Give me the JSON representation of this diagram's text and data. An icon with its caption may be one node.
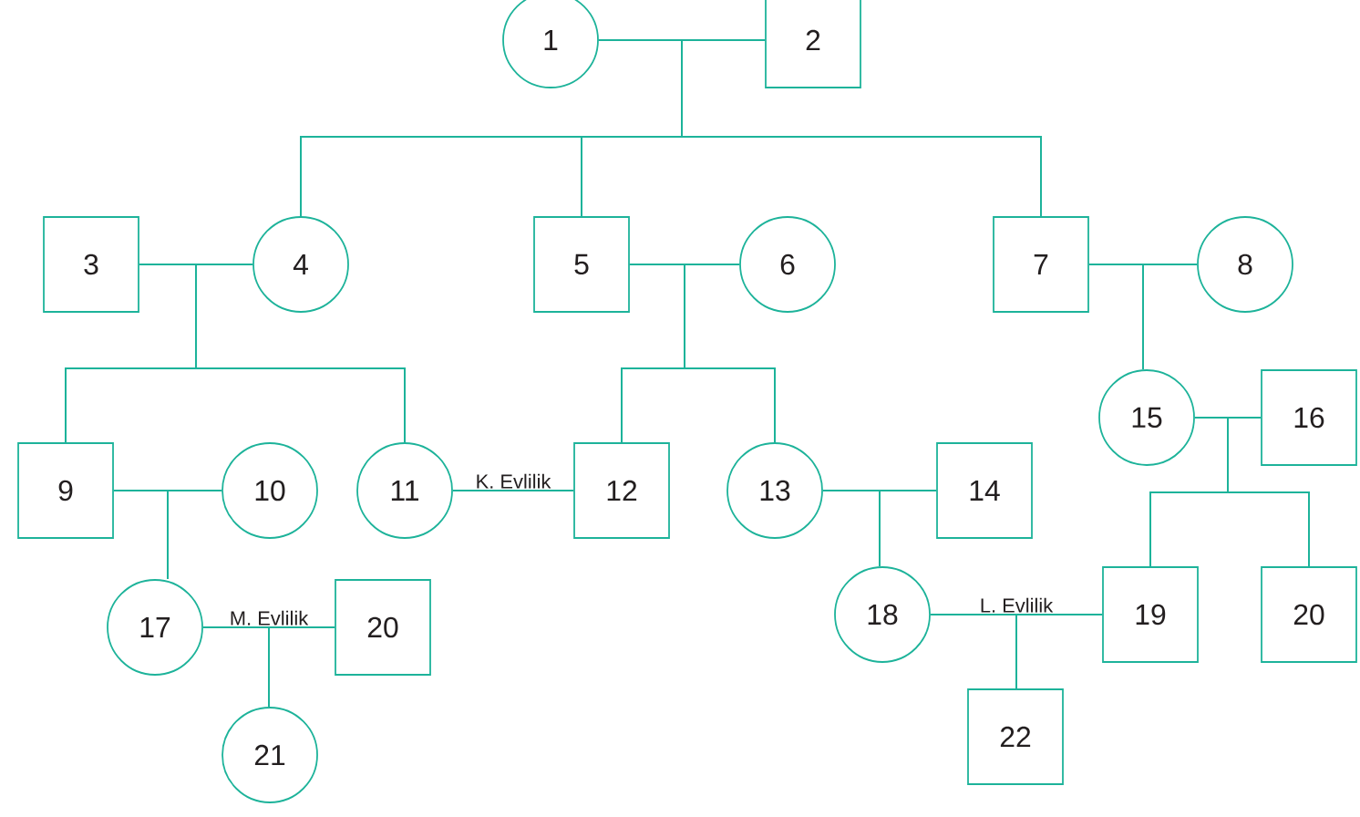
{
  "diagram": {
    "nodes": [
      {
        "text": [
          "1"
        ]
      },
      {
        "text": [
          "2"
        ]
      },
      {
        "text": [
          "3"
        ]
      },
      {
        "text": [
          "4"
        ]
      },
      {
        "text": [
          "5"
        ]
      },
      {
        "text": [
          "6"
        ]
      },
      {
        "text": [
          "7"
        ]
      },
      {
        "text": [
          "8"
        ]
      },
      {
        "text": [
          "15"
        ]
      },
      {
        "text": [
          "16"
        ]
      },
      {
        "text": [
          "9"
        ]
      },
      {
        "text": [
          "10"
        ]
      },
      {
        "text": [
          "11"
        ]
      },
      {
        "text": [
          "12"
        ]
      },
      {
        "text": [
          "13"
        ]
      },
      {
        "text": [
          "14"
        ]
      },
      {
        "text": [
          "17"
        ]
      },
      {
        "text": [
          "20"
        ]
      },
      {
        "text": [
          "18"
        ]
      },
      {
        "text": [
          "19"
        ]
      },
      {
        "text": [
          "20"
        ]
      },
      {
        "text": [
          "21"
        ]
      },
      {
        "text": [
          "22"
        ]
      }
    ],
    "edges": [
      {
        "from": 0,
        "to": 1,
        "arrow": "none"
      },
      {
        "from": 2,
        "to": 3,
        "arrow": "none"
      },
      {
        "from": 4,
        "to": 5,
        "arrow": "none"
      },
      {
        "from": 6,
        "to": 7,
        "arrow": "none"
      },
      {
        "from": 8,
        "to": 9,
        "arrow": "none"
      },
      {
        "from": 10,
        "to": 11,
        "arrow": "none"
      },
      {
        "from": 12,
        "to": 13,
        "label": "K. Evlilik",
        "arrow": "none"
      },
      {
        "from": 14,
        "to": 15,
        "arrow": "none"
      },
      {
        "from": 16,
        "to": 17,
        "label": "M. Evlilik",
        "arrow": "none"
      },
      {
        "from": 18,
        "to": 19,
        "label": "L. Evlilik",
        "arrow": "none"
      },
      {
        "from": 0,
        "to": 3,
        "arrow": "none"
      },
      {
        "from": 1,
        "to": 3,
        "arrow": "none"
      },
      {
        "from": 0,
        "to": 4,
        "arrow": "none"
      },
      {
        "from": 1,
        "to": 4,
        "arrow": "none"
      },
      {
        "from": 0,
        "to": 6,
        "arrow": "none"
      },
      {
        "from": 1,
        "to": 6,
        "arrow": "none"
      },
      {
        "from": 2,
        "to": 10,
        "arrow": "none"
      },
      {
        "from": 3,
        "to": 10,
        "arrow": "none"
      },
      {
        "from": 2,
        "to": 12,
        "arrow": "none"
      },
      {
        "from": 3,
        "to": 12,
        "arrow": "none"
      },
      {
        "from": 4,
        "to": 13,
        "arrow": "none"
      },
      {
        "from": 5,
        "to": 13,
        "arrow": "none"
      },
      {
        "from": 4,
        "to": 14,
        "arrow": "none"
      },
      {
        "from": 5,
        "to": 14,
        "arrow": "none"
      },
      {
        "from": 6,
        "to": 8,
        "arrow": "none"
      },
      {
        "from": 7,
        "to": 8,
        "arrow": "none"
      },
      {
        "from": 8,
        "to": 19,
        "arrow": "none"
      },
      {
        "from": 9,
        "to": 19,
        "arrow": "none"
      },
      {
        "from": 8,
        "to": 20,
        "arrow": "none"
      },
      {
        "from": 9,
        "to": 20,
        "arrow": "none"
      },
      {
        "from": 10,
        "to": 16,
        "arrow": "none"
      },
      {
        "from": 11,
        "to": 16,
        "arrow": "none"
      },
      {
        "from": 14,
        "to": 18,
        "arrow": "none"
      },
      {
        "from": 15,
        "to": 18,
        "arrow": "none"
      },
      {
        "from": 16,
        "to": 21,
        "arrow": "none"
      },
      {
        "from": 17,
        "to": 21,
        "arrow": "none"
      },
      {
        "from": 18,
        "to": 22,
        "arrow": "none"
      },
      {
        "from": 19,
        "to": 22,
        "arrow": "none"
      }
    ]
  }
}
